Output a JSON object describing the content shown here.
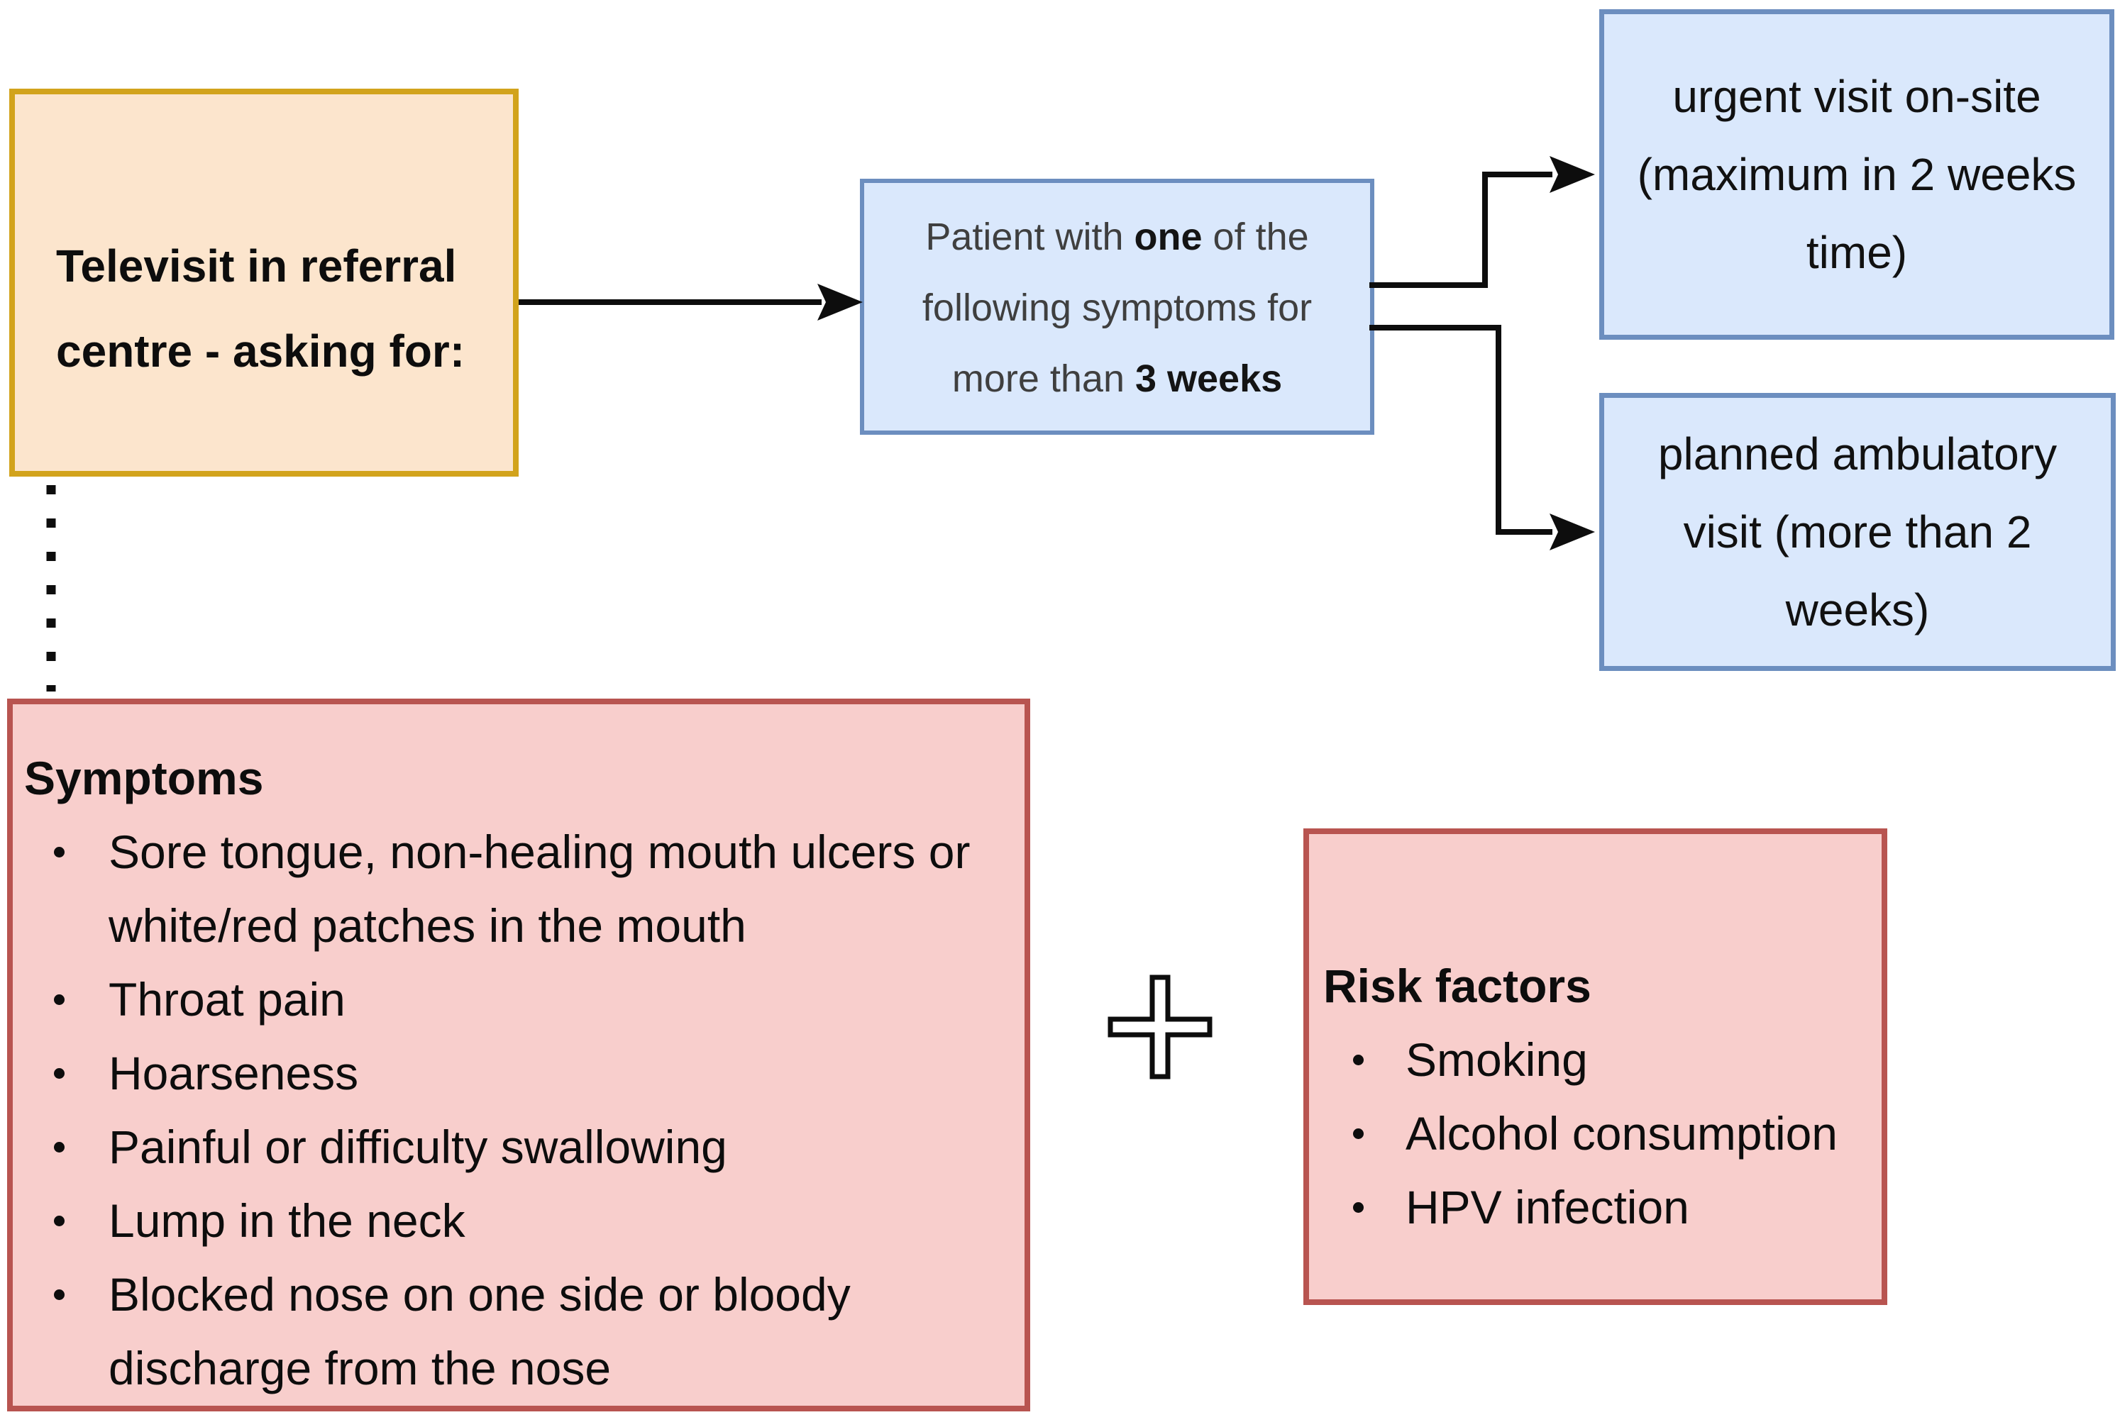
{
  "flowchart": {
    "referral_box": {
      "lines": [
        "Televisit in referral",
        "centre - asking for:"
      ]
    },
    "criteria_box": {
      "line1_pre": "Patient with ",
      "line1_bold": "one",
      "line1_post": " of the",
      "line2": "following symptoms for",
      "line3_pre": "more than ",
      "line3_bold": "3 weeks"
    },
    "urgent_visit_box": {
      "lines": [
        "urgent visit on-site",
        "(maximum in 2 weeks",
        "time)"
      ]
    },
    "planned_visit_box": {
      "lines": [
        "planned ambulatory",
        "visit (more than 2",
        "weeks)"
      ]
    },
    "symptoms_box": {
      "title": "Symptoms",
      "rows": [
        "Sore tongue, non-healing mouth ulcers or",
        "white/red patches in the mouth",
        "Throat pain",
        "Hoarseness",
        "Painful or difficulty swallowing",
        "Lump in the neck",
        "Blocked nose on one side or bloody",
        "discharge from the nose"
      ],
      "bulleted": [
        true,
        false,
        true,
        true,
        true,
        true,
        true,
        false
      ]
    },
    "risk_factors_box": {
      "title": "Risk factors",
      "items": [
        "Smoking",
        "Alcohol consumption",
        "HPV infection"
      ]
    },
    "icons": {
      "connector": "plus-icon"
    },
    "colors": {
      "start_fill": "#FCE5CD",
      "start_border": "#D2A31C",
      "blue_fill": "#DAE8FC",
      "blue_border": "#6C8EBF",
      "pink_fill": "#F8CECC",
      "pink_border": "#B85450",
      "arrow": "#0d0d0d",
      "criteria_text": "#3f3f3f"
    }
  }
}
